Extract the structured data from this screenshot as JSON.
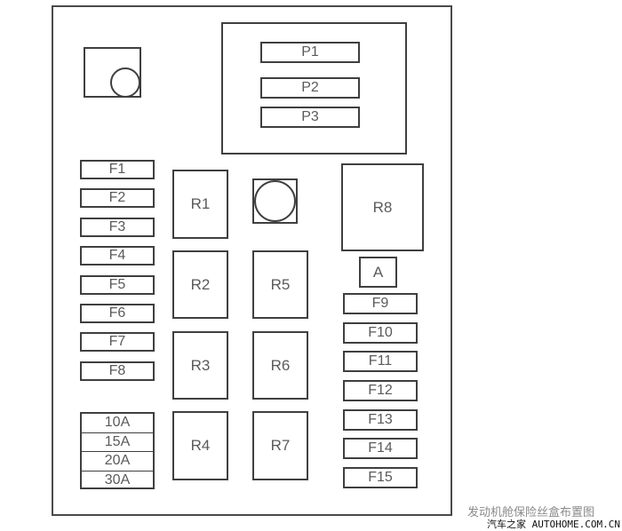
{
  "diagram": {
    "caption": "发动机舱保险丝盒布置图",
    "watermark": "汽车之家 AUTOHOME.COM.CN",
    "power_fuses": [
      {
        "label": "P1"
      },
      {
        "label": "P2"
      },
      {
        "label": "P3"
      }
    ],
    "left_fuses": [
      {
        "label": "F1"
      },
      {
        "label": "F2"
      },
      {
        "label": "F3"
      },
      {
        "label": "F4"
      },
      {
        "label": "F5"
      },
      {
        "label": "F6"
      },
      {
        "label": "F7"
      },
      {
        "label": "F8"
      }
    ],
    "spare_fuses": [
      {
        "label": "10A"
      },
      {
        "label": "15A"
      },
      {
        "label": "20A"
      },
      {
        "label": "30A"
      }
    ],
    "relays": [
      {
        "label": "R1"
      },
      {
        "label": "R2"
      },
      {
        "label": "R3"
      },
      {
        "label": "R4"
      },
      {
        "label": "R5"
      },
      {
        "label": "R6"
      },
      {
        "label": "R7"
      },
      {
        "label": "R8"
      }
    ],
    "a_terminal": {
      "label": "A"
    },
    "right_fuses": [
      {
        "label": "F9"
      },
      {
        "label": "F10"
      },
      {
        "label": "F11"
      },
      {
        "label": "F12"
      },
      {
        "label": "F13"
      },
      {
        "label": "F14"
      },
      {
        "label": "F15"
      }
    ],
    "colors": {
      "line": "#3f3f3f",
      "text": "#5a5a5a",
      "caption": "#8a8a8a"
    }
  }
}
